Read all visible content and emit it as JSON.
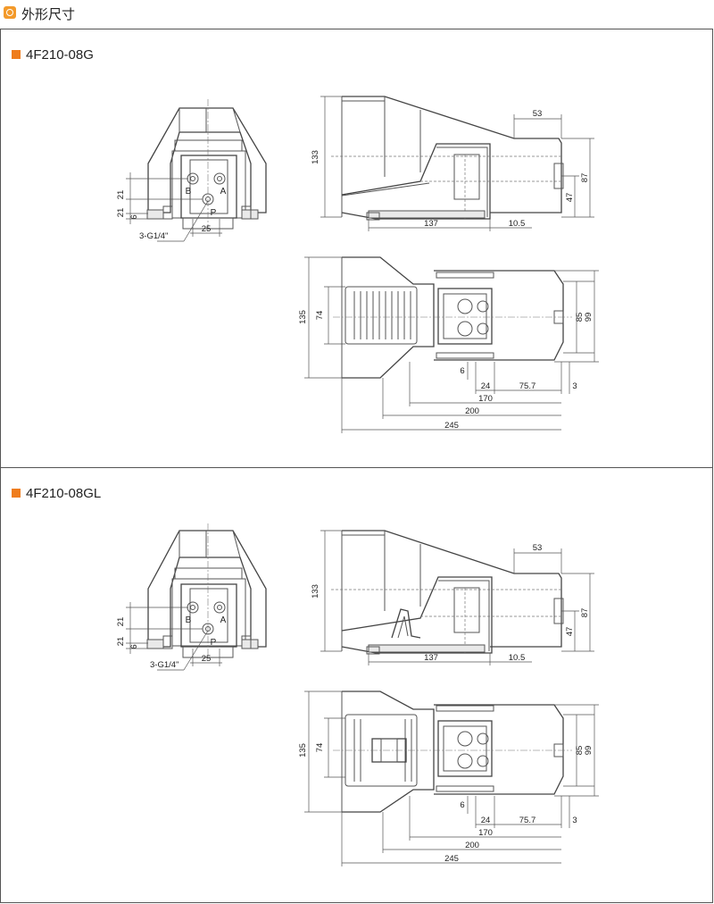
{
  "header": {
    "title": "外形尺寸"
  },
  "colors": {
    "accent": "#ef7d1d",
    "line": "#555555"
  },
  "panels": [
    {
      "model": "4F210-08G",
      "front": {
        "port_b": "B",
        "port_a": "A",
        "port_p": "P",
        "d1": "21",
        "d2": "21",
        "d3": "6",
        "d4": "25",
        "thread": "3-G1/4\""
      },
      "side": {
        "h1": "133",
        "w1": "53",
        "h2": "87",
        "h3": "47",
        "w2": "137",
        "w3": "10.5"
      },
      "top": {
        "h1": "135",
        "h2": "74",
        "h3": "85",
        "h4": "99",
        "w1": "6",
        "w2": "24",
        "w3": "75.7",
        "w4": "3",
        "w5": "170",
        "w6": "200",
        "w7": "245"
      }
    },
    {
      "model": "4F210-08GL",
      "front": {
        "port_b": "B",
        "port_a": "A",
        "port_p": "P",
        "d1": "21",
        "d2": "21",
        "d3": "6",
        "d4": "25",
        "thread": "3-G1/4\""
      },
      "side": {
        "h1": "133",
        "w1": "53",
        "h2": "87",
        "h3": "47",
        "w2": "137",
        "w3": "10.5"
      },
      "top": {
        "h1": "135",
        "h2": "74",
        "h3": "85",
        "h4": "99",
        "w1": "6",
        "w2": "24",
        "w3": "75.7",
        "w4": "3",
        "w5": "170",
        "w6": "200",
        "w7": "245"
      }
    }
  ]
}
